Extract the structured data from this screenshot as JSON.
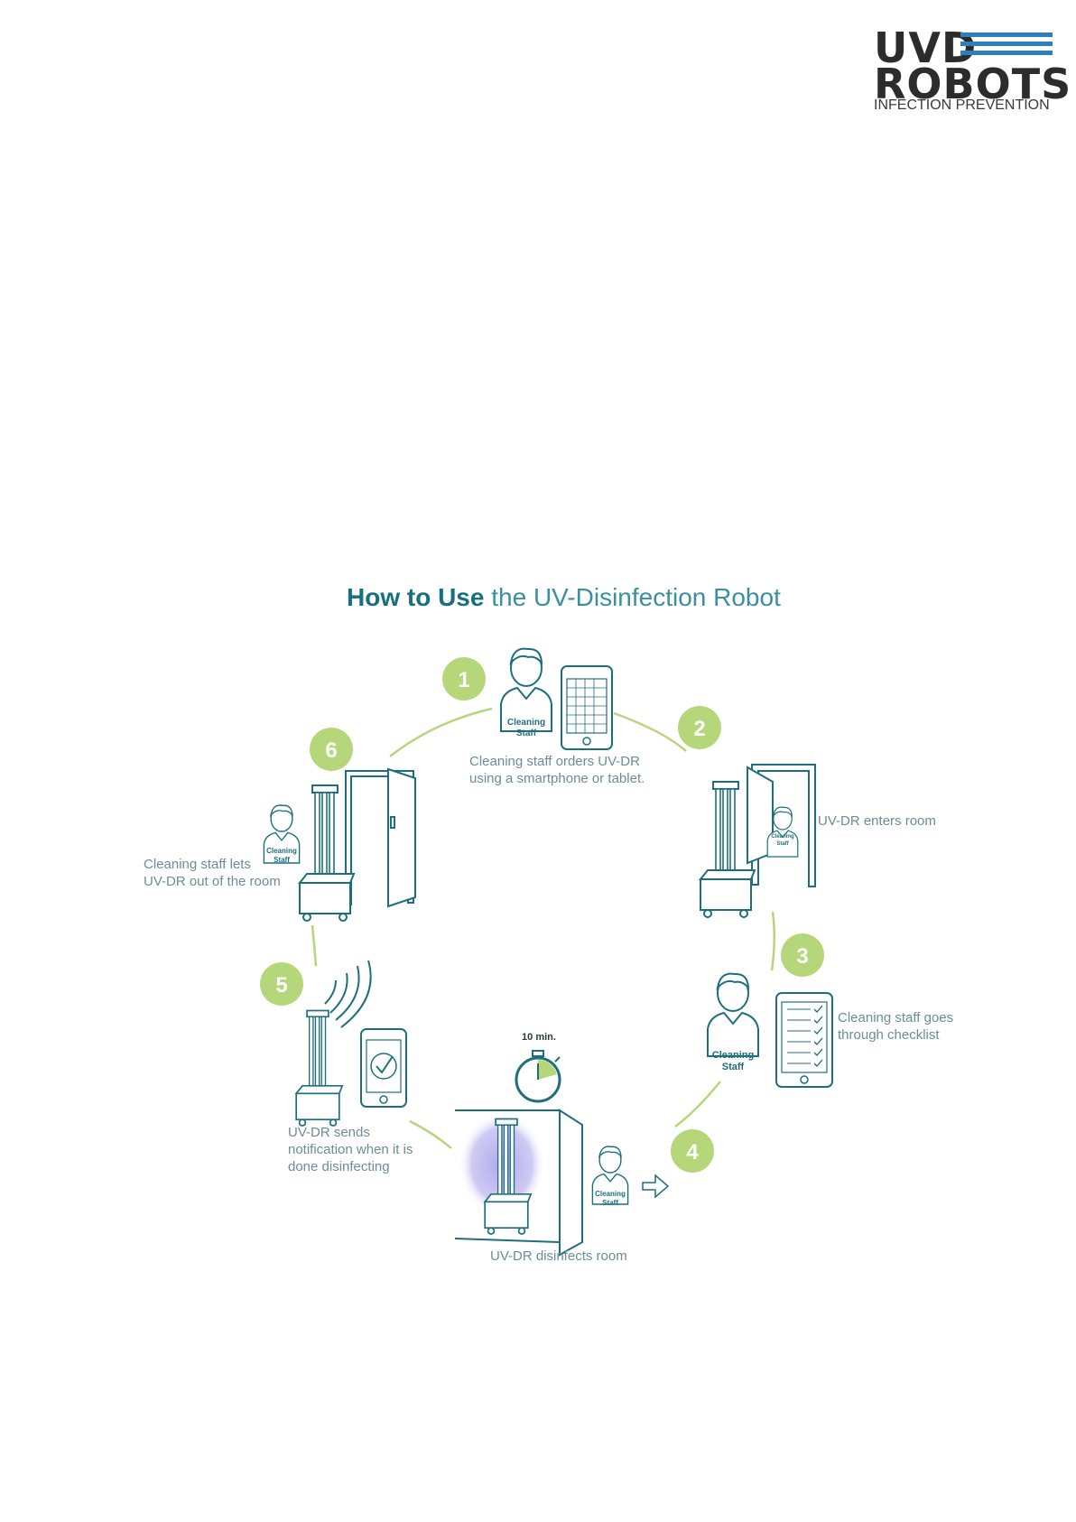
{
  "logo": {
    "line1": "UVD",
    "line2": "ROBOTS",
    "tagline": "INFECTION PREVENTION",
    "bar_color": "#2f7fbf"
  },
  "title": {
    "bold": "How to Use",
    "rest": "the UV-Disinfection Robot"
  },
  "colors": {
    "accent_green": "#b6d67a",
    "line_teal": "#1e6f7d",
    "caption": "#6b8e94",
    "uv_glow": "#b9b4ec"
  },
  "badge_label": "Cleaning Staff",
  "badge_lines": [
    "Cleaning",
    "Staff"
  ],
  "timer_label": "10 min.",
  "steps": [
    {
      "number": "1",
      "caption": [
        "Cleaning staff orders UV-DR",
        "using a smartphone or tablet."
      ]
    },
    {
      "number": "2",
      "caption": [
        "UV-DR enters room"
      ]
    },
    {
      "number": "3",
      "caption": [
        "Cleaning staff goes",
        "through checklist"
      ]
    },
    {
      "number": "4",
      "caption": [
        "UV-DR disinfects room"
      ]
    },
    {
      "number": "5",
      "caption": [
        "UV-DR sends",
        "notification when it is",
        "done disinfecting"
      ]
    },
    {
      "number": "6",
      "caption": [
        "Cleaning staff lets",
        "UV-DR out of the room"
      ]
    }
  ]
}
